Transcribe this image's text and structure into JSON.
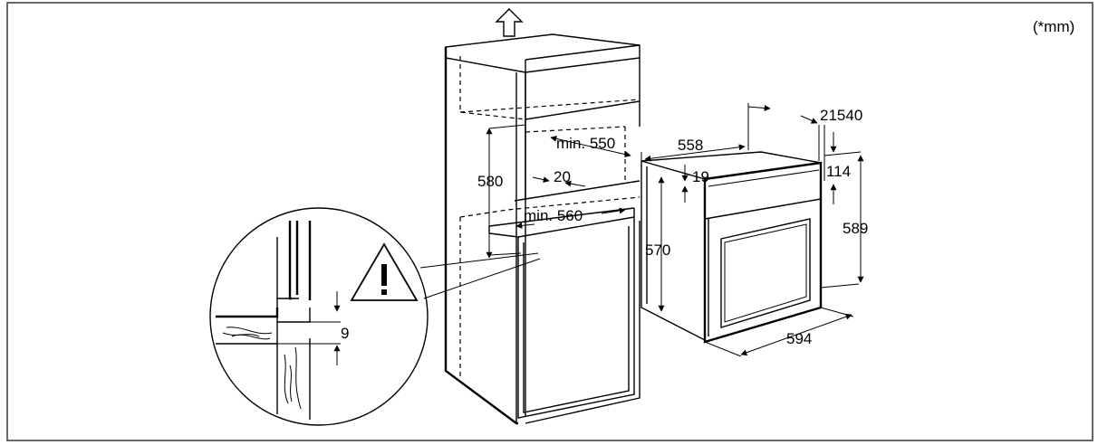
{
  "unit_note": "(*mm)",
  "dimensions": {
    "cabinet_height": "580",
    "cabinet_depth": "min. 550",
    "cabinet_gap": "20",
    "cabinet_width": "min. 560",
    "detail_gap": "9",
    "oven_depth": "558",
    "oven_top_offset": "19",
    "oven_side_height": "570",
    "oven_top_numbers": "21540",
    "oven_panel": "114",
    "oven_height": "589",
    "oven_width": "594"
  }
}
